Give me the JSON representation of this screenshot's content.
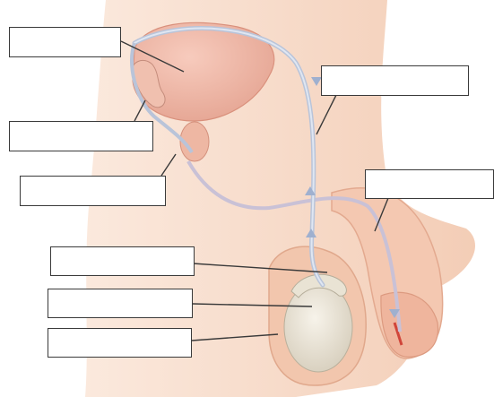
{
  "labels": [
    {
      "id": "bladder",
      "text": ""
    },
    {
      "id": "seminal-vesicle",
      "text": ""
    },
    {
      "id": "prostate",
      "text": ""
    },
    {
      "id": "vas-deferens",
      "text": ""
    },
    {
      "id": "urethra",
      "text": ""
    },
    {
      "id": "epididymis",
      "text": ""
    },
    {
      "id": "testis",
      "text": ""
    },
    {
      "id": "scrotum",
      "text": ""
    }
  ],
  "colors": {
    "skin": "#f6d7c3",
    "skin_shadow": "#e9b9a0",
    "organ": "#efb8a8",
    "organ_dark": "#d98f80",
    "testis": "#ece6d8",
    "duct": "#b9c4d9",
    "line": "#3a3a3a"
  }
}
